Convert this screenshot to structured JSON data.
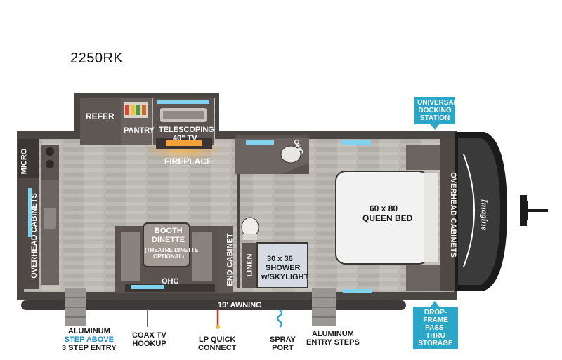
{
  "model": "2250RK",
  "rooms": {
    "refer": "REFER",
    "pantry": "PANTRY",
    "tv_line1": "TELESCOPING",
    "tv_line2": "40\" TV",
    "fireplace": "FIREPLACE",
    "micro": "MICRO",
    "overhead_cabinets_left": "OVERHEAD CABINETS",
    "booth_line1": "BOOTH",
    "booth_line2": "DINETTE",
    "booth_note_line1": "(THEATRE DINETTE",
    "booth_note_line2": "OPTIONAL)",
    "ohc_dinette": "OHC",
    "ohc_bath": "OHC",
    "end_cabinet": "END CABINET",
    "linen": "LINEN",
    "shower_line1": "30 x 36",
    "shower_line2": "SHOWER",
    "shower_line3": "w/SKYLIGHT",
    "bed_line1": "60 x 80",
    "bed_line2": "QUEEN BED",
    "overhead_cabinets_right": "OVERHEAD CABINETS",
    "brand": "Imagine"
  },
  "awning": "19' AWNING",
  "badges": {
    "universal_docking": [
      "UNIVERSAL",
      "DOCKING",
      "STATION"
    ],
    "drop_frame": [
      "DROP-FRAME",
      "PASS-THRU",
      "STORAGE"
    ]
  },
  "callouts": {
    "aluminum_step": {
      "line1": "ALUMINUM",
      "line2": "STEP ABOVE",
      "line3": "3 STEP ENTRY"
    },
    "coax": {
      "line1": "COAX TV",
      "line2": "HOOKUP"
    },
    "lp": {
      "line1": "LP QUICK",
      "line2": "CONNECT"
    },
    "spray": {
      "line1": "SPRAY",
      "line2": "PORT"
    },
    "entry_steps": {
      "line1": "ALUMINUM",
      "line2": "ENTRY STEPS"
    }
  },
  "colors": {
    "floor": "#b8b4ae",
    "wall": "#4a4644",
    "cabinet": "#5a5350",
    "window": "#7fd3ef",
    "accent_blue": "#2aa6c9",
    "fireplace_glow": "#f4a13a"
  }
}
